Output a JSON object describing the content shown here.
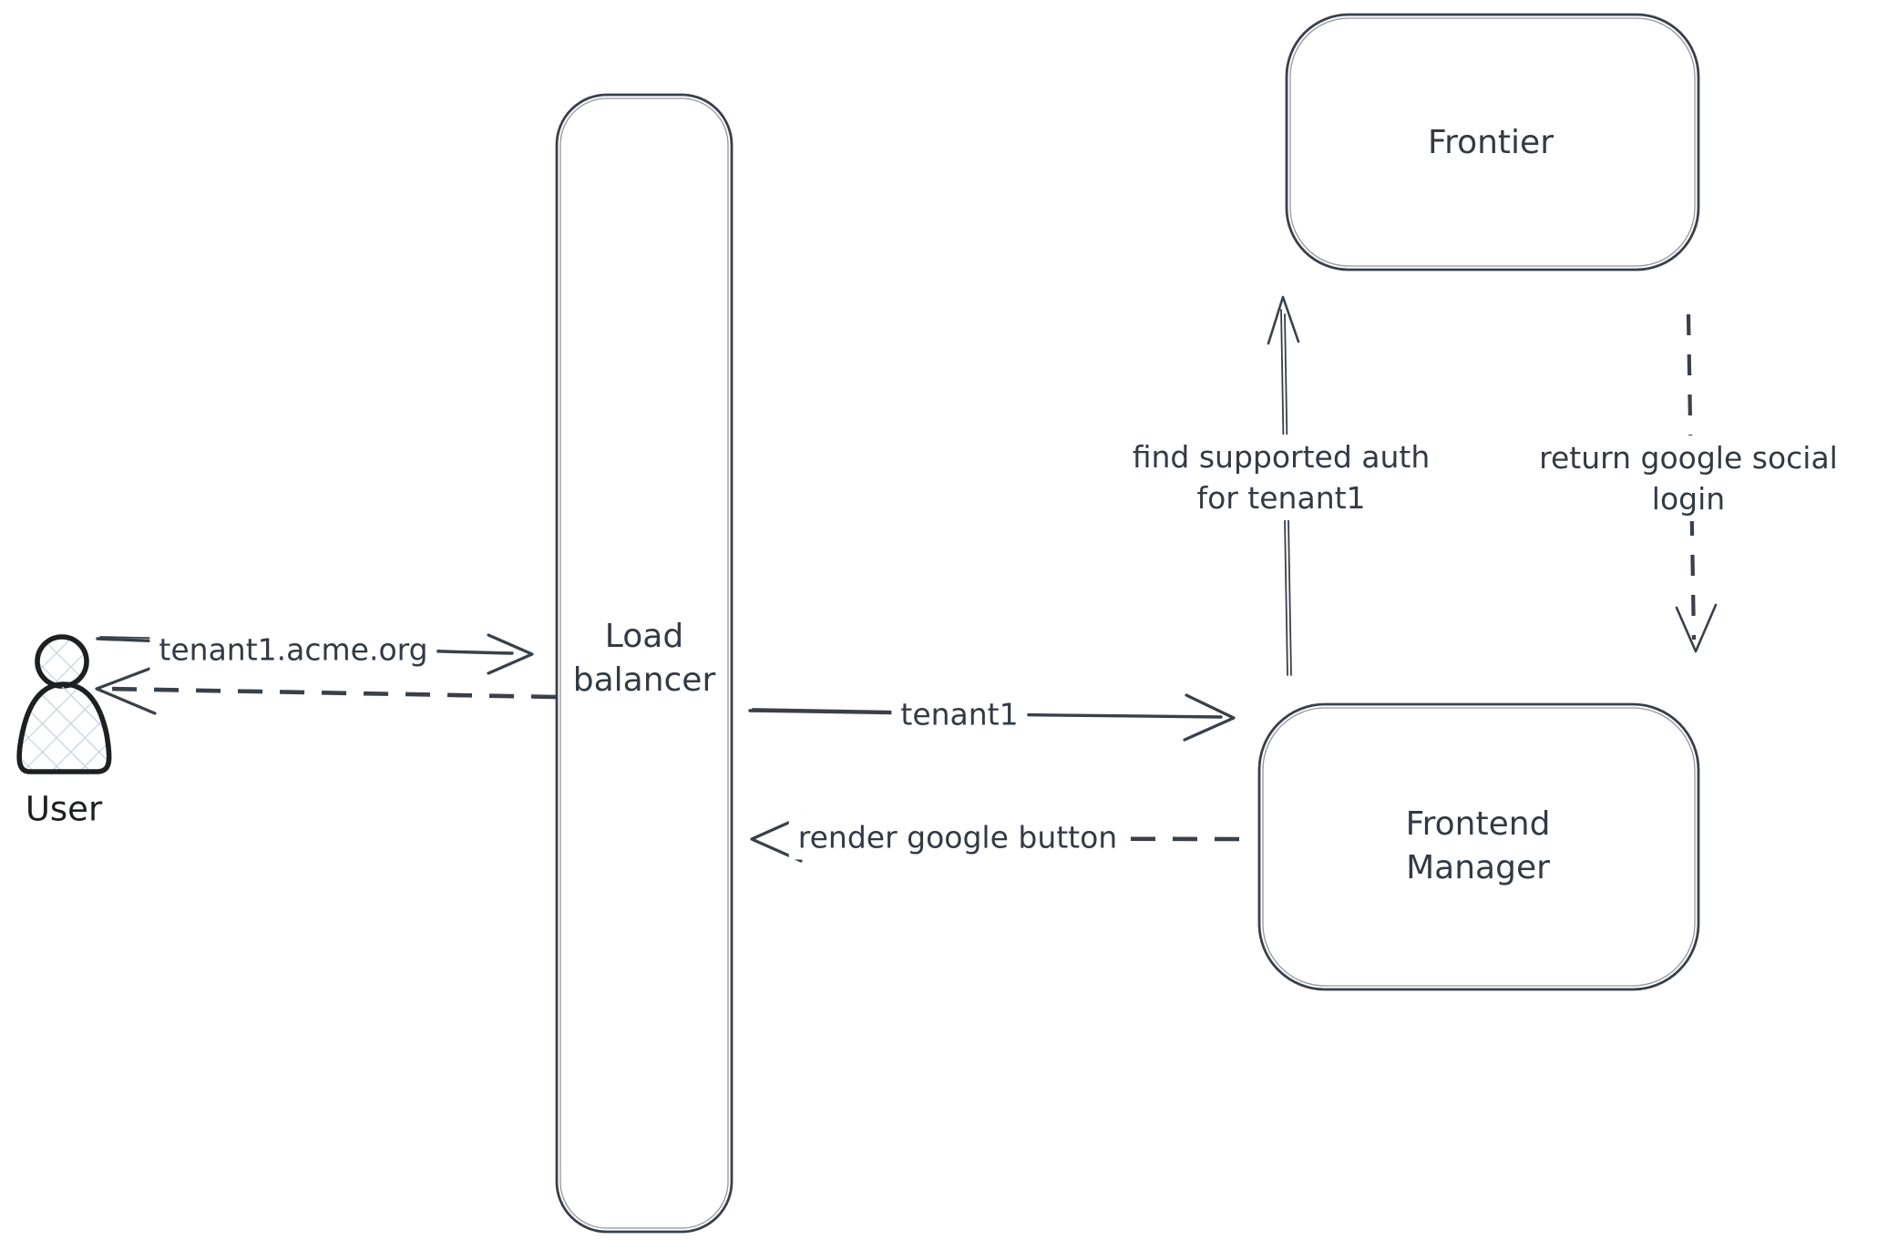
{
  "nodes": {
    "user": {
      "label": "User"
    },
    "load_balancer": {
      "lines": [
        "Load",
        "balancer"
      ]
    },
    "frontier": {
      "label": "Frontier"
    },
    "frontend_manager": {
      "lines": [
        "Frontend",
        "Manager"
      ]
    }
  },
  "edges": {
    "user_to_load_balancer": {
      "label": "tenant1.acme.org",
      "style": "solid",
      "direction": "right"
    },
    "load_balancer_to_user": {
      "label": "",
      "style": "dashed",
      "direction": "left"
    },
    "load_balancer_to_frontend_manager": {
      "label": "tenant1",
      "style": "solid",
      "direction": "right"
    },
    "frontend_manager_to_load_balancer": {
      "label": "render google button",
      "style": "dashed",
      "direction": "left"
    },
    "frontend_manager_to_frontier": {
      "lines": [
        "find supported auth",
        "for tenant1"
      ],
      "style": "solid",
      "direction": "up"
    },
    "frontier_to_frontend_manager": {
      "lines": [
        "return google social",
        "login"
      ],
      "style": "dashed",
      "direction": "down"
    }
  },
  "colors": {
    "background": "#ffffff",
    "stroke": "#3a4049",
    "text": "#343a44",
    "user_stroke": "#1d1f21",
    "crosshatch": "#c9d1dc"
  }
}
